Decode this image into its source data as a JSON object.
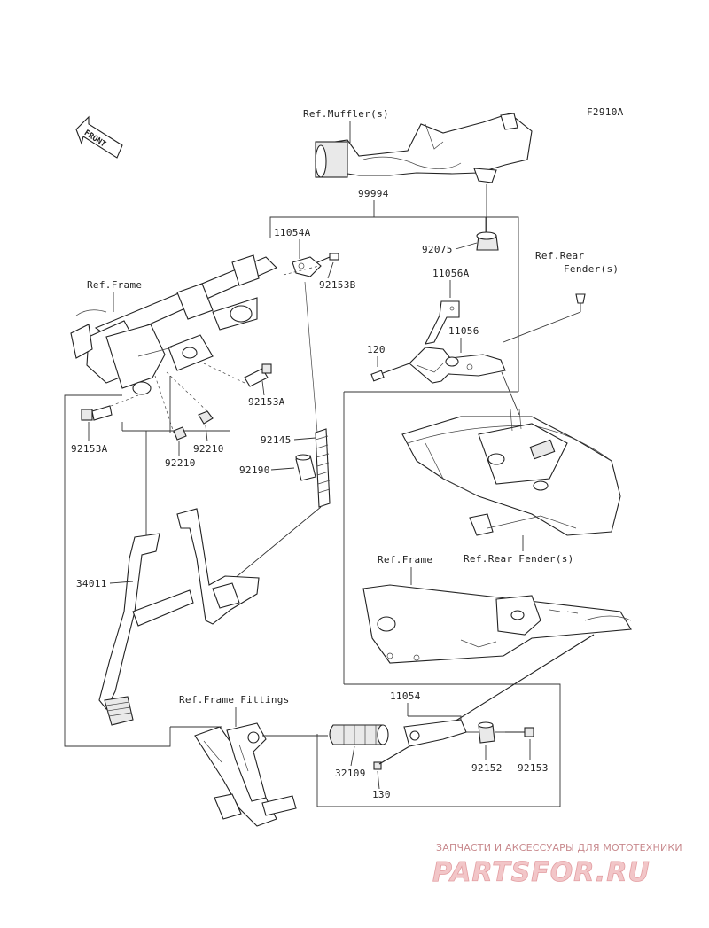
{
  "figure_code": "F2910A",
  "front_label": "FRONT",
  "refs": {
    "muffler": "Ref.Muffler(s)",
    "frame_upper": "Ref.Frame",
    "rear_fender_top_1": "Ref.Rear",
    "rear_fender_top_2": "Fender(s)",
    "frame_lower": "Ref.Frame",
    "rear_fender_lower": "Ref.Rear Fender(s)",
    "frame_fittings": "Ref.Frame Fittings"
  },
  "parts": {
    "p99994": "99994",
    "p92075": "92075",
    "p11054A": "11054A",
    "p92153B": "92153B",
    "p11056A": "11056A",
    "p11056": "11056",
    "p120": "120",
    "p92153A_right": "92153A",
    "p92153A_left": "92153A",
    "p92210_right": "92210",
    "p92210_left": "92210",
    "p92145": "92145",
    "p92190": "92190",
    "p34011": "34011",
    "p11054": "11054",
    "p32109": "32109",
    "p92152": "92152",
    "p92153": "92153",
    "p130": "130"
  },
  "watermark": {
    "tagline": "ЗАПЧАСТИ И АКСЕССУАРЫ ДЛЯ МОТОТЕХНИКИ",
    "brand": "PARTSFOR.RU"
  },
  "colors": {
    "line": "#222222",
    "watermark_text": "#c8898d",
    "watermark_brand": "#f2c6c8"
  }
}
